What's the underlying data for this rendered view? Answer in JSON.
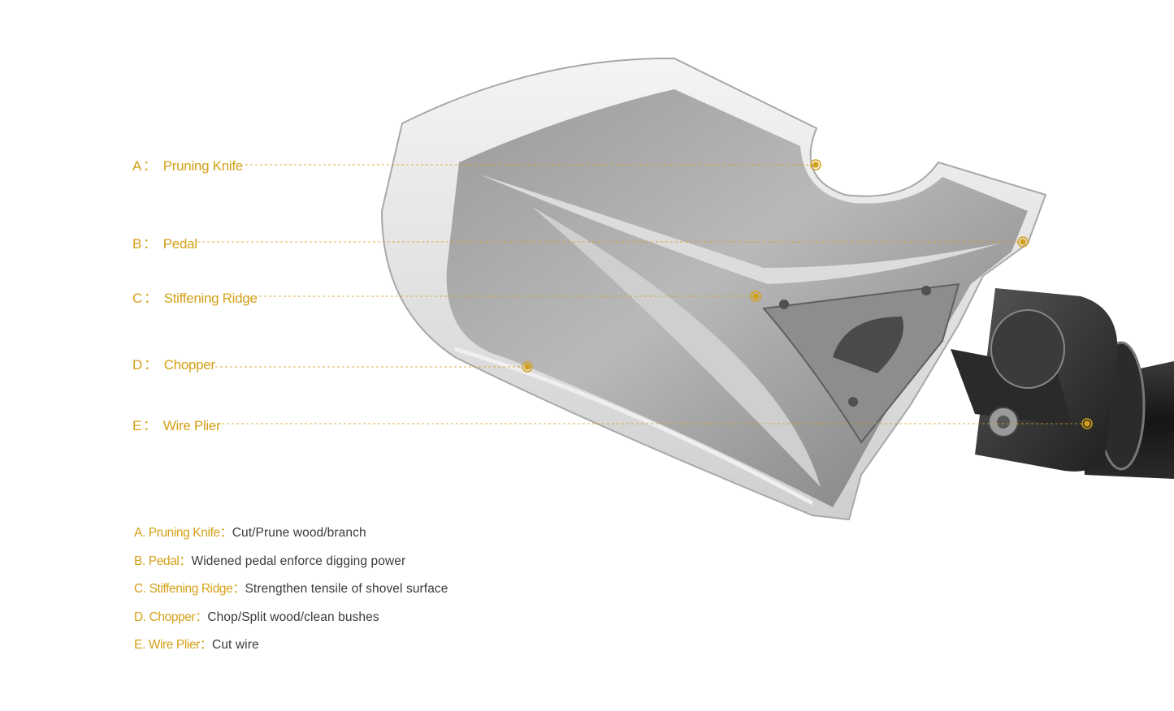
{
  "callouts": [
    {
      "letter": "A",
      "sep": "：",
      "name": "Pruning Knife"
    },
    {
      "letter": "B",
      "sep": "：",
      "name": "Pedal"
    },
    {
      "letter": "C",
      "sep": "：",
      "name": "Stiffening Ridge"
    },
    {
      "letter": "D",
      "sep": "：",
      "name": "Chopper"
    },
    {
      "letter": "E",
      "sep": "：",
      "name": "Wire Plier"
    }
  ],
  "legend": [
    {
      "key": "A. Pruning Knife：",
      "desc": "Cut/Prune wood/branch"
    },
    {
      "key": "B. Pedal：",
      "desc": "Widened pedal enforce digging power"
    },
    {
      "key": "C. Stiffening Ridge：",
      "desc": "Strengthen tensile of shovel surface"
    },
    {
      "key": "D. Chopper：",
      "desc": "Chop/Split wood/clean bushes"
    },
    {
      "key": "E. Wire Plier：",
      "desc": "Cut wire"
    }
  ],
  "colors": {
    "accent": "#d4a017",
    "text": "#3a3a3a",
    "steel_light": "#e8e8e8",
    "steel_dark": "#6e6e6e",
    "handle": "#1a1a1a"
  }
}
